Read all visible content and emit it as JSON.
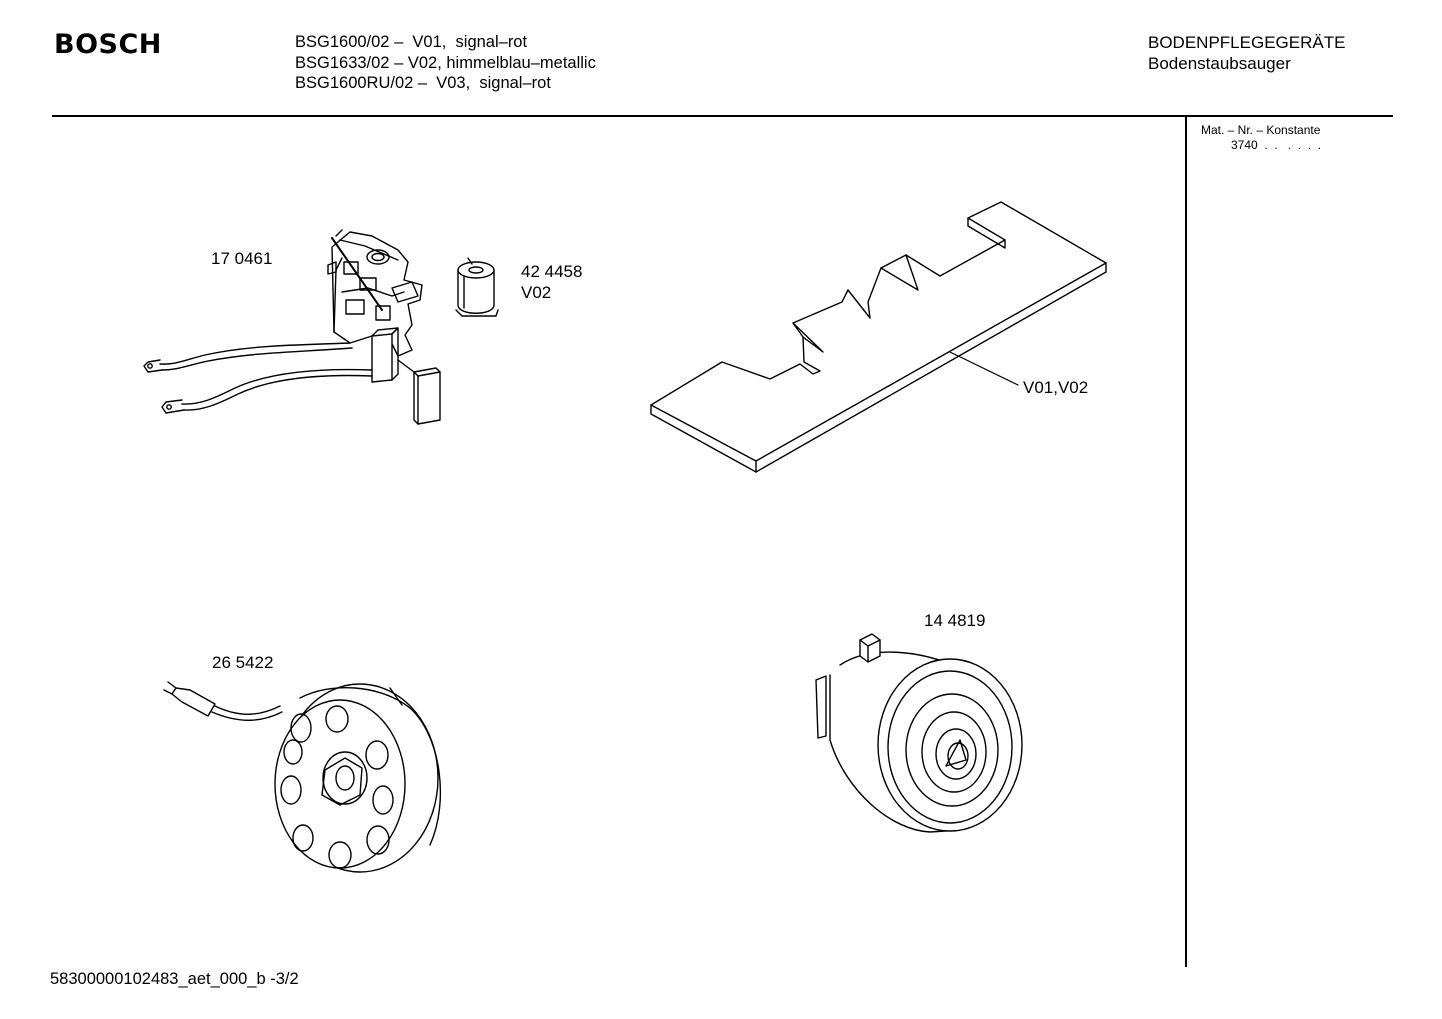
{
  "brand": "BOSCH",
  "models": [
    "BSG1600/02 –  V01,  signal–rot",
    "BSG1633/02 – V02, himmelblau–metallic",
    "BSG1600RU/02 –  V03,  signal–rot"
  ],
  "category": {
    "line1": "BODENPFLEGEGERÄTE",
    "line2": "Bodenstaubsauger"
  },
  "material": {
    "label": "Mat. – Nr. – Konstante",
    "code": "3740  .  .   .  .  .  ."
  },
  "parts": [
    {
      "number": "17 0461"
    },
    {
      "number": "42 4458",
      "variant": "V02"
    },
    {
      "variant": "V01,V02"
    },
    {
      "number": "26 5422"
    },
    {
      "number": "14 4819"
    }
  ],
  "footer": "58300000102483_aet_000_b  -3/2"
}
